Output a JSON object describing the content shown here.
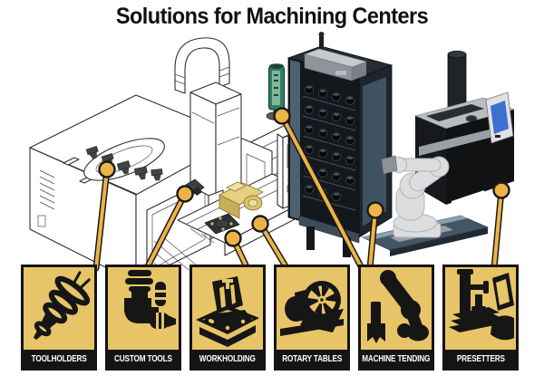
{
  "title": "Solutions for Machining Centers",
  "cards": [
    {
      "label": "TOOLHOLDERS",
      "icon": "toolholder-icon"
    },
    {
      "label": "CUSTOM TOOLS",
      "icon": "custom-tool-icon"
    },
    {
      "label": "WORKHOLDING",
      "icon": "workholding-icon"
    },
    {
      "label": "ROTARY TABLES",
      "icon": "rotary-table-icon"
    },
    {
      "label": "MACHINE TENDING",
      "icon": "robot-arm-icon"
    },
    {
      "label": "PRESETTERS",
      "icon": "presetter-icon"
    }
  ],
  "colors": {
    "card_gold": "#E8C468",
    "callout_gold": "#EDB347",
    "ink": "#161616",
    "label_text": "#FFFFFF",
    "tool_setter_green": "#2F7D5F",
    "magazine_body": "#14181C",
    "magazine_panel": "#4D6171",
    "robot_gray": "#DCDDDE",
    "presetter_black": "#17191C",
    "metal_gray": "#B9BDC2",
    "screen_blue": "#3E6FD0"
  }
}
